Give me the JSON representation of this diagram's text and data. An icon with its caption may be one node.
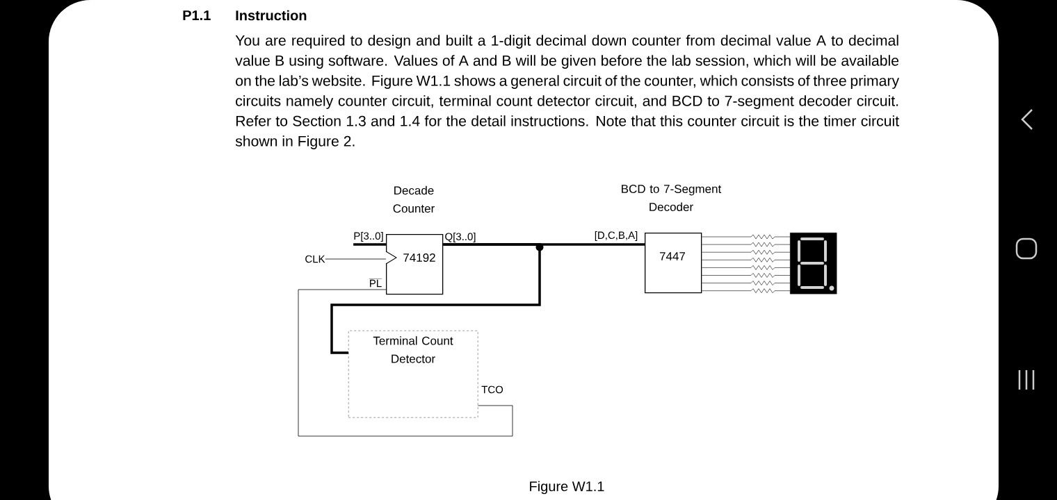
{
  "diagram": {
    "title": "Instruction",
    "caption": "Figure W1.1",
    "nodes": [
      {
        "text": [
          "Decade Counter",
          "74192"
        ]
      },
      {
        "text": [
          "BCD to 7-Segment Decoder",
          "7447"
        ]
      },
      {
        "text": [
          "Terminal Count Detector"
        ],
        "beside": [
          "TCO"
        ]
      },
      {
        "text": [],
        "shape": "display"
      },
      {
        "text": [
          "CLK"
        ]
      },
      {
        "text": [
          "P[3..0]"
        ]
      }
    ],
    "edges": [
      {
        "from": 4,
        "to": 0,
        "arrow": "none"
      },
      {
        "from": 5,
        "to": 0,
        "arrow": "none",
        "style": "thick"
      },
      {
        "from": 0,
        "to": 1,
        "arrow": "none",
        "style": "thick"
      },
      {
        "from": 0,
        "to": 2,
        "arrow": "none",
        "style": "thick"
      },
      {
        "from": 2,
        "to": 0,
        "arrow": "none"
      },
      {
        "from": 1,
        "to": 3,
        "arrow": "none"
      }
    ],
    "labels": [
      "P1.1",
      "You are required to design and built a 1-digit decimal down counter from decimal value A to decimal value B using software. Values of A and B will be given before the lab session, which will be available on the lab’s website. Figure W1.1 shows a general circuit of the counter, which consists of three primary circuits namely counter circuit, terminal count detector circuit, and BCD to 7-segment decoder circuit. Refer to Section 1.3 and 1.4 for the detail instructions. Note that this counter circuit is the timer circuit shown in Figure 2.",
      "Q[3..0]",
      "PL",
      "[D,C,B,A]"
    ]
  }
}
